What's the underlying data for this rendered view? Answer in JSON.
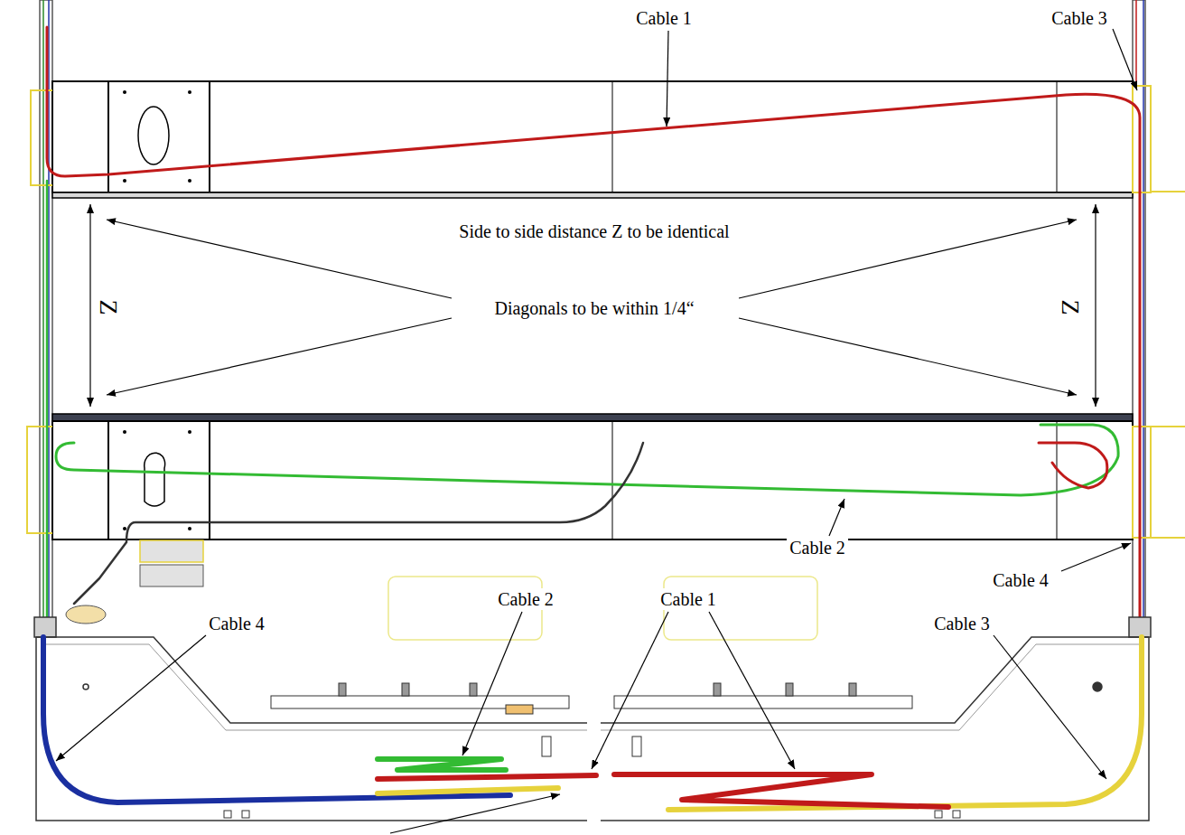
{
  "diagram": {
    "labels": [
      "Cable 1",
      "Cable 3",
      "Side to side distance Z to be identical",
      "Z",
      "Diagonals to be within 1/4“",
      "Z",
      "Cable 2",
      "Cable 4",
      "Cable 2",
      "Cable 1",
      "Cable 4",
      "Cable 3"
    ]
  }
}
